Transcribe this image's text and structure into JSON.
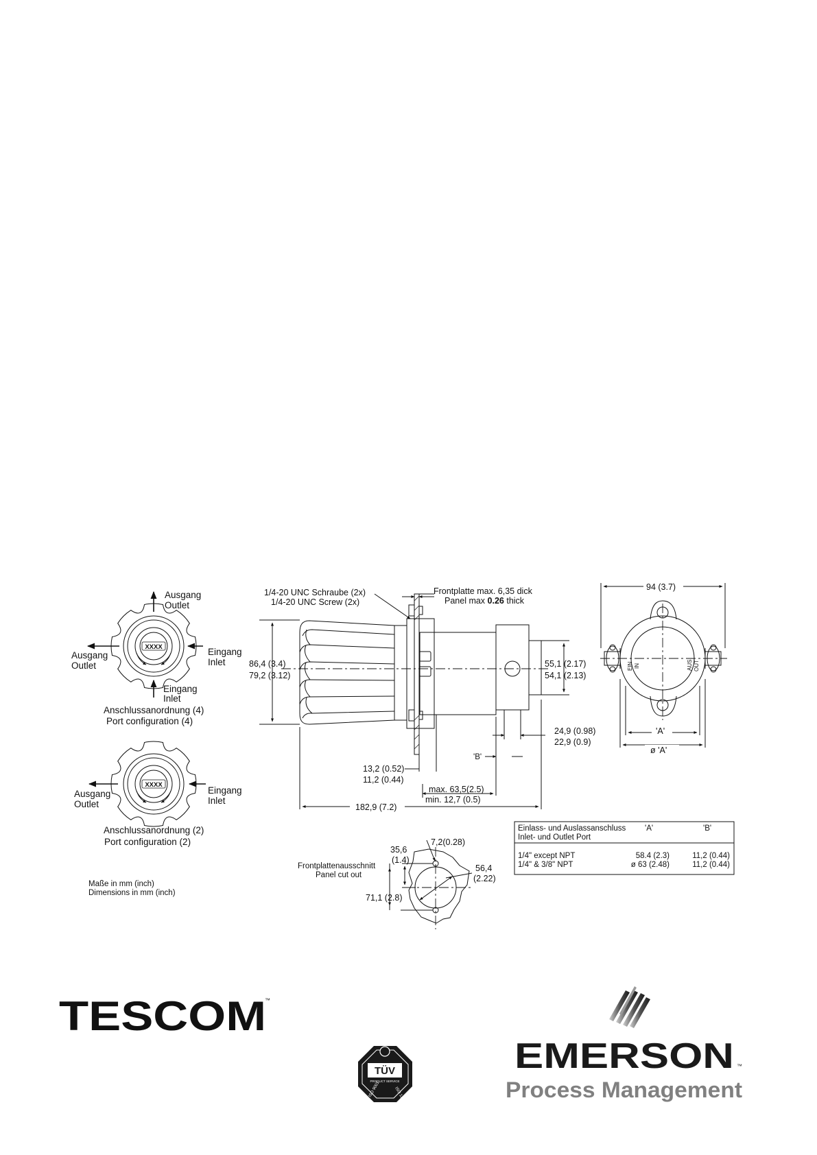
{
  "port_config_4": {
    "top": [
      "Ausgang",
      "Outlet"
    ],
    "left": [
      "Ausgang",
      "Outlet"
    ],
    "right": [
      "Eingang",
      "Inlet"
    ],
    "bottom": [
      "Eingang",
      "Inlet"
    ],
    "badge": "XXXX",
    "caption_de": "Anschlussanordnung (4)",
    "caption_en": "Port configuration (4)"
  },
  "port_config_2": {
    "left": [
      "Ausgang",
      "Outlet"
    ],
    "right": [
      "Eingang",
      "Inlet"
    ],
    "badge": "XXXX",
    "caption_de": "Anschlussanordnung (2)",
    "caption_en": "Port configuration (2)"
  },
  "units_note": [
    "Maße in mm (inch)",
    "Dimensions in mm (inch)"
  ],
  "side_view": {
    "screw_de": "1/4-20 UNC Schraube (2x)",
    "screw_en": "1/4-20 UNC Screw (2x)",
    "panel_de": "Frontplatte max. 6,35 dick",
    "panel_en_prefix": "Panel max ",
    "panel_en_bold": "0.26",
    "panel_en_suffix": " thick",
    "height_outer": "86,4 (3.4)",
    "height_inner": "79,2 (3.12)",
    "body_outer": "55,1 (2.17)",
    "body_inner": "54,1 (2.13)",
    "port_outer": "24,9 (0.98)",
    "port_inner": "22,9 (0.9)",
    "b_label": "'B'",
    "panel_thick_max": "13,2 (0.52)",
    "panel_thick_min": "11,2 (0.44)",
    "depth_max": "max. 63,5(2.5)",
    "depth_min": "min. 12,7 (0.5)",
    "overall_length": "182,9 (7.2)"
  },
  "end_view": {
    "width": "94 (3.7)",
    "a_label": "'A'",
    "dia_a_label": "ø 'A'",
    "port_in": [
      "EIN",
      "IN"
    ],
    "port_out": [
      "AUS",
      "OUT"
    ]
  },
  "cutout": {
    "title_de": "Frontplattenausschnitt",
    "title_en": "Panel cut out",
    "offset": [
      "35,6",
      "(1.4)"
    ],
    "hole": "7,2(0.28)",
    "bore": [
      "56,4",
      "(2.22)"
    ],
    "height": "71,1 (2.8)"
  },
  "port_table": {
    "header_de": "Einlass- und Auslassanschluss",
    "header_en": "Inlet- und Outlet Port",
    "col_a": "'A'",
    "col_b": "'B'",
    "rows": [
      {
        "port": "1/4\" except NPT",
        "a": "58.4 (2.3)",
        "b": "11,2 (0.44)"
      },
      {
        "port": "1/4\" & 3/8\" NPT",
        "a": "ø 63 (2.48)",
        "b": "11,2 (0.44)"
      }
    ]
  },
  "logos": {
    "tescom": "TESCOM",
    "tescom_tm": "™",
    "tuv": "TÜV",
    "tuv_sub": "PRODUCT SERVICE",
    "iso_left": "ISO 9001",
    "iso_right": "ISO 13485",
    "emerson": "EMERSON",
    "emerson_tm": "™",
    "process": "Process Management"
  },
  "colors": {
    "ink": "#111111",
    "process_gray": "#808080",
    "emerson_black": "#1a1a1a"
  }
}
